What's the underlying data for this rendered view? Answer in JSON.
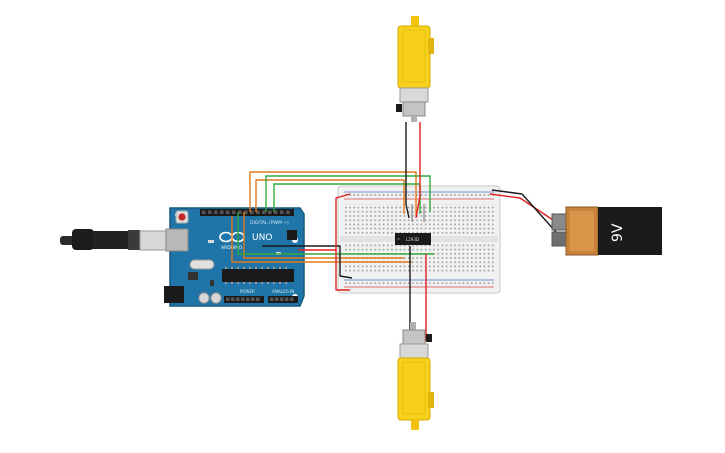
{
  "circuit": {
    "arduino": {
      "brand_text": "ARDUINO",
      "model_text": "UNO",
      "power_header_text": "POWER",
      "analog_header_text": "ANALOG IN",
      "digital_header_text": "DIGITAL (PWM ~)"
    },
    "battery": {
      "label": "9V"
    },
    "driver_chip": {
      "label": "L293D"
    },
    "wire_colors": {
      "red": "#e02020",
      "black": "#1a1a1a",
      "orange": "#e07a1a",
      "green": "#35a83a",
      "gray": "#8a8a8a"
    }
  }
}
